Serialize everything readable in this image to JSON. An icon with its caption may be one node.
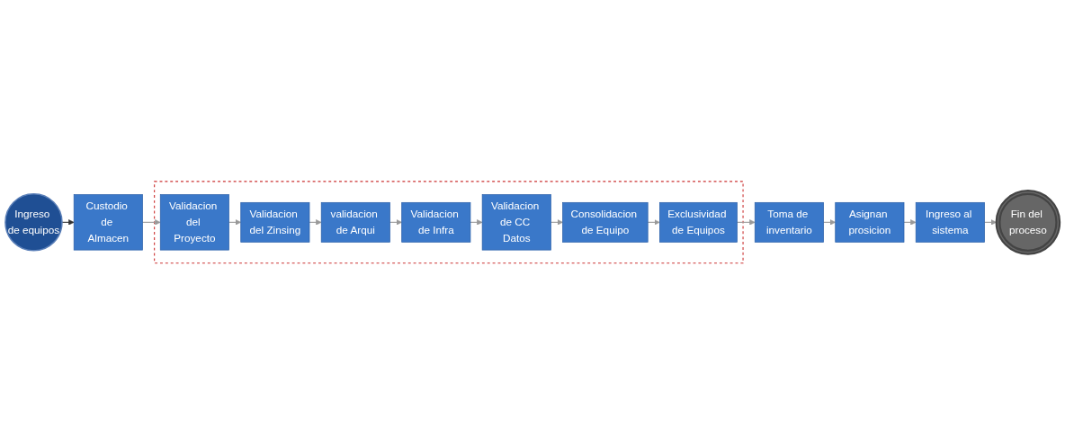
{
  "diagram": {
    "nodes": [
      {
        "text": [
          "Ingreso de equipos"
        ]
      },
      {
        "text": [
          "Custodio de Almacen"
        ]
      },
      {
        "text": [],
        "shape": "box"
      },
      {
        "text": [
          "Validacion del Proyecto"
        ],
        "in": 2
      },
      {
        "text": [
          "Validacion del Zinsing"
        ],
        "in": 2
      },
      {
        "text": [
          "validacion de Arqui"
        ],
        "in": 2
      },
      {
        "text": [
          "Validacion de Infra"
        ],
        "in": 2
      },
      {
        "text": [
          "Validacion de CC Datos"
        ],
        "in": 2
      },
      {
        "text": [
          "Consolidacion de Equipo"
        ],
        "in": 2
      },
      {
        "text": [
          "Exclusividad de Equipos"
        ],
        "in": 2
      },
      {
        "text": [
          "Toma de inventario"
        ]
      },
      {
        "text": [
          "Asignan prosicion"
        ]
      },
      {
        "text": [
          "Ingreso al sistema"
        ]
      },
      {
        "text": [
          "Fin del proceso"
        ]
      }
    ],
    "edges": [
      {
        "from": 0,
        "to": 1,
        "arrow": "to",
        "color": "#333333"
      },
      {
        "from": 1,
        "to": 3,
        "arrow": "to"
      },
      {
        "from": 3,
        "to": 4,
        "arrow": "to"
      },
      {
        "from": 4,
        "to": 5,
        "arrow": "to"
      },
      {
        "from": 5,
        "to": 6,
        "arrow": "to"
      },
      {
        "from": 6,
        "to": 7,
        "arrow": "to"
      },
      {
        "from": 7,
        "to": 8,
        "arrow": "to"
      },
      {
        "from": 8,
        "to": 9,
        "arrow": "to"
      },
      {
        "from": 9,
        "to": 10,
        "arrow": "to"
      },
      {
        "from": 10,
        "to": 11,
        "arrow": "to"
      },
      {
        "from": 11,
        "to": 12,
        "arrow": "to"
      },
      {
        "from": 12,
        "to": 13,
        "arrow": "to"
      }
    ]
  }
}
